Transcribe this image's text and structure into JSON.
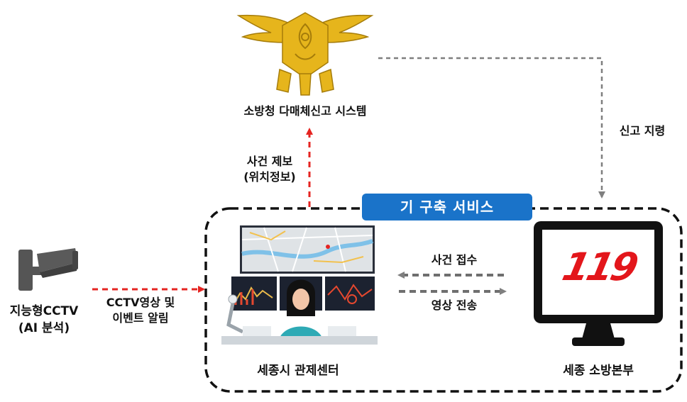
{
  "nodes": {
    "fire_agency": {
      "label": "소방청 다매체신고 시스템"
    },
    "cctv": {
      "label_line1": "지능형CCTV",
      "label_line2": "(AI 분석)"
    },
    "control_center": {
      "label": "세종시 관제센터"
    },
    "fire_hq": {
      "label": "세종 소방본부",
      "screen_logo": "119"
    }
  },
  "group": {
    "label": "기 구축 서비스"
  },
  "edges": {
    "incident_report": {
      "line1": "사건 제보",
      "line2": "(위치정보)"
    },
    "dispatch": {
      "label": "신고 지령"
    },
    "cctv_feed": {
      "line1": "CCTV영상 및",
      "line2": "이벤트 알림"
    },
    "incident_receipt": {
      "label": "사건 접수"
    },
    "video_transfer": {
      "label": "영상 전송"
    }
  },
  "colors": {
    "red_arrow": "#e52421",
    "gray_arrow": "#7f7f7f",
    "badge": "#1a73c9",
    "emblem": "#e6b51c",
    "logo_red": "#e3161b"
  }
}
